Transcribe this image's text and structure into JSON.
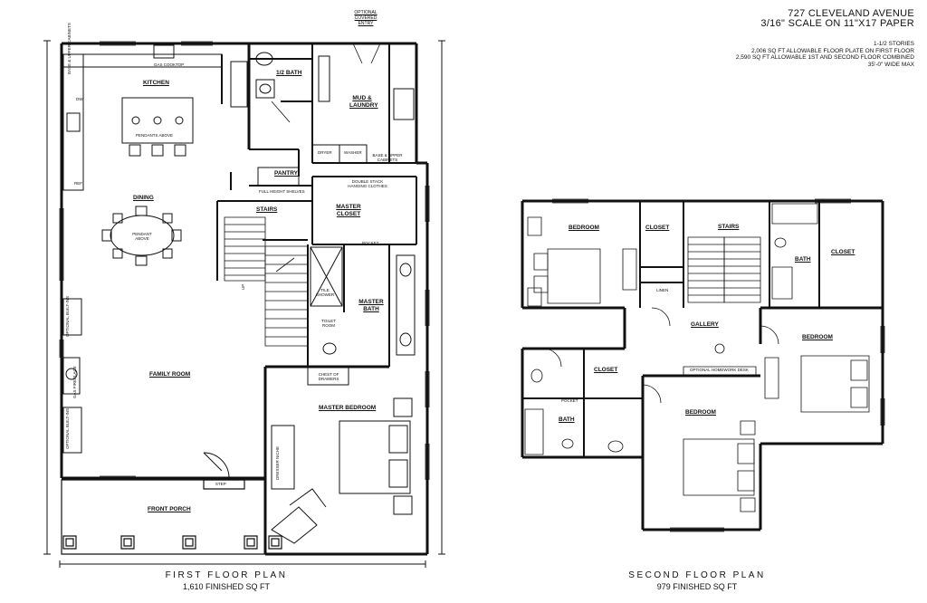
{
  "header": {
    "address": "727 CLEVELAND AVENUE",
    "scale": "3/16\" SCALE ON 11\"X17 PAPER",
    "notes": [
      "1-1/2 STORIES",
      "2,006 SQ FT ALLOWABLE FLOOR PLATE ON FIRST FLOOR",
      "2,590 SQ FT ALLOWABLE 1ST AND SECOND FLOOR COMBINED",
      "35'-0\" WIDE MAX"
    ]
  },
  "first_floor": {
    "title": "FIRST FLOOR PLAN",
    "area": "1,610 FINISHED SQ FT",
    "rooms": {
      "entry": "OPTIONAL COVERED ENTRY",
      "kitchen": "KITCHEN",
      "half_bath": "1/2 BATH",
      "mud_laundry": "MUD & LAUNDRY",
      "pantry": "PANTRY",
      "dining": "DINING",
      "stairs": "STAIRS",
      "master_closet": "MASTER CLOSET",
      "master_bath": "MASTER BATH",
      "family_room": "FAMILY ROOM",
      "master_bedroom": "MASTER BEDROOM",
      "front_porch": "FRONT PORCH"
    },
    "notes": {
      "cooktop": "GAS COOKTOP",
      "base_upper_left": "BASE & UPPER CABINETS",
      "pendants": "PENDANTS ABOVE",
      "pendant_above": "PENDANT ABOVE",
      "dryer": "DRYER",
      "washer": "WASHER",
      "base_upper_laundry": "BASE & UPPER CABINETS",
      "shelves": "FULL HEIGHT SHELVES",
      "hanging": "DOUBLE STACK HANGING CLOTHES",
      "pocket": "POCKET",
      "tile_shower": "TILE SHOWER",
      "toilet_room": "TOILET ROOM",
      "chest": "CHEST OF DRAWERS",
      "fireplace": "GAS FIREPLACE",
      "step": "STEP",
      "builtins": "OPTIONAL BUILT-INS",
      "dressing": "DRESSER NICHE",
      "up": "UP",
      "dw": "DW",
      "ref": "REF"
    }
  },
  "second_floor": {
    "title": "SECOND FLOOR PLAN",
    "area": "979 FINISHED SQ FT",
    "rooms": {
      "bedroom_nw": "BEDROOM",
      "closet_nw": "CLOSET",
      "stairs": "STAIRS",
      "bath_ne": "BATH",
      "closet_ne": "CLOSET",
      "linen": "LINEN",
      "gallery": "GALLERY",
      "bedroom_e": "BEDROOM",
      "closet_w": "CLOSET",
      "bath_w": "BATH",
      "bedroom_s": "BEDROOM"
    },
    "notes": {
      "desk": "OPTIONAL HOMEWORK DESK",
      "pocket": "POCKET"
    }
  }
}
